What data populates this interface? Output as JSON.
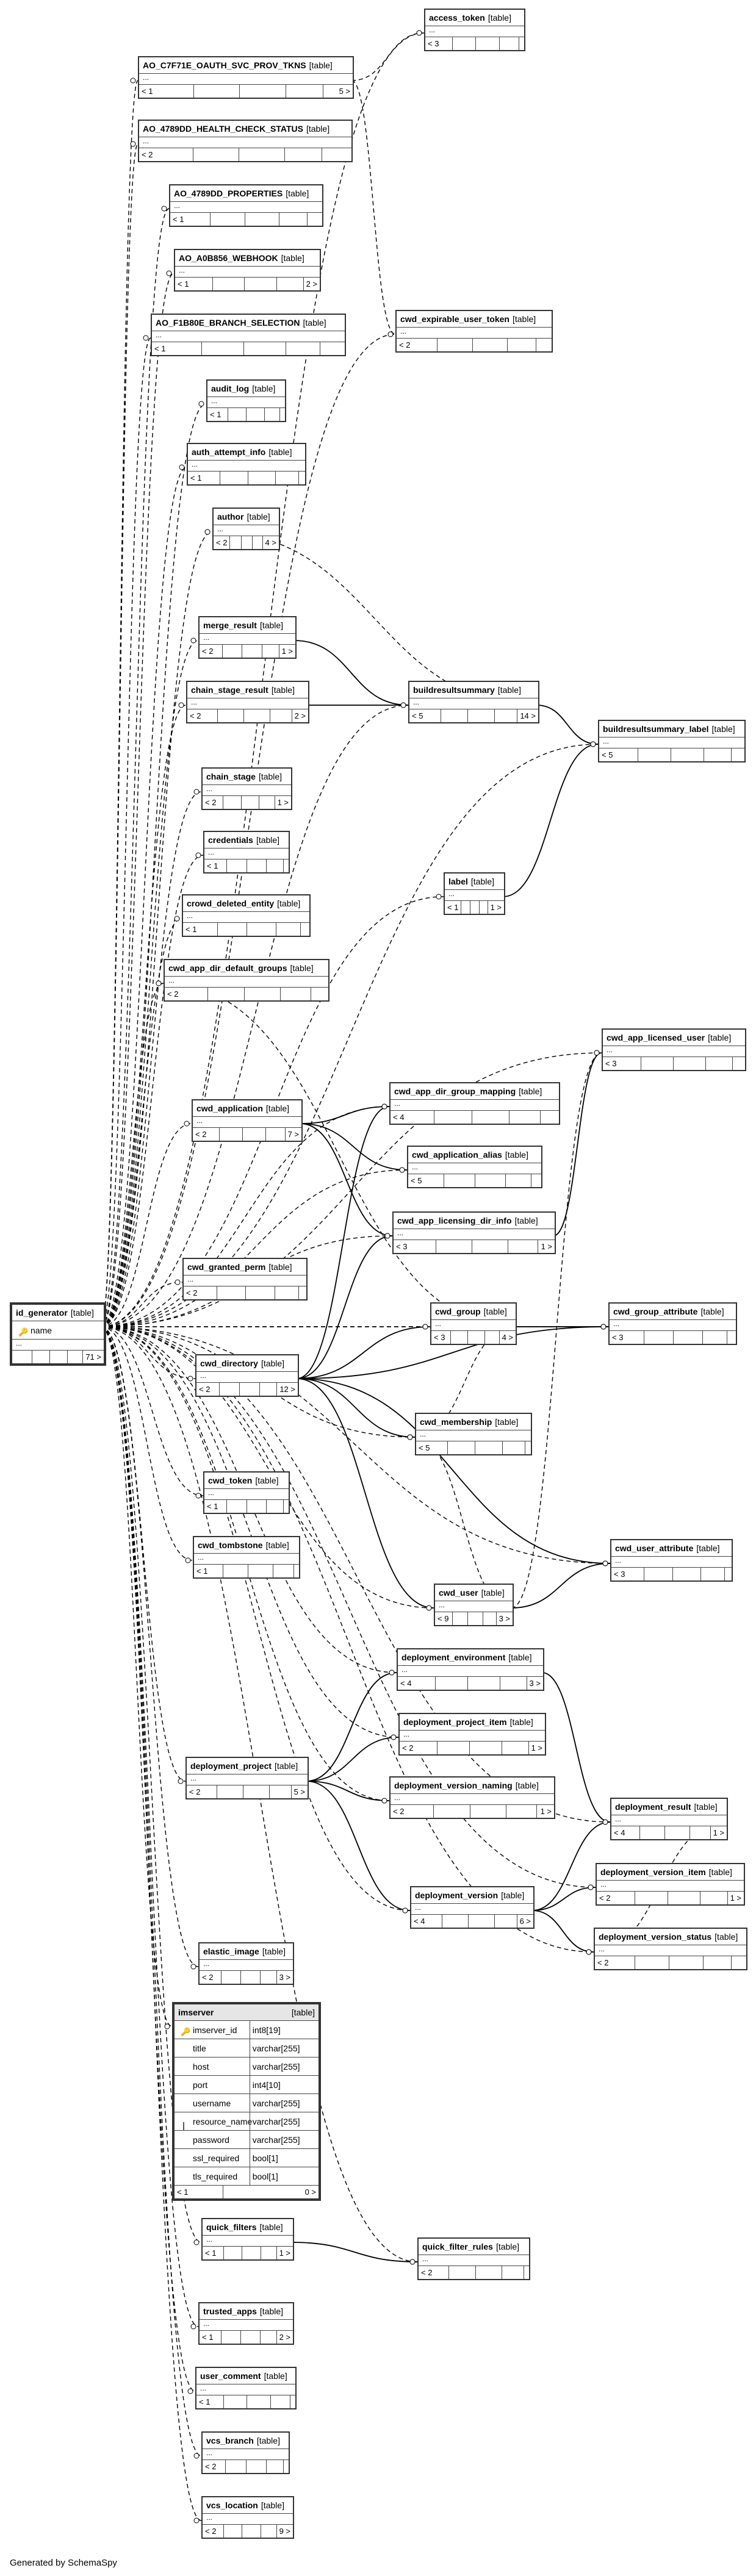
{
  "footer": "Generated by SchemaSpy",
  "type_label": "[table]",
  "root_table": "id_generator",
  "tables": [
    {
      "id": "access_token",
      "name": "access_token",
      "type": "[table]",
      "footer": [
        "< 3",
        "",
        "",
        "",
        ""
      ]
    },
    {
      "id": "ao_c7f71e",
      "name": "AO_C7F71E_OAUTH_SVC_PROV_TKNS",
      "type": "[table]",
      "footer": [
        "< 1",
        "",
        "",
        "",
        "5 >"
      ]
    },
    {
      "id": "ao_4789dd_hcs",
      "name": "AO_4789DD_HEALTH_CHECK_STATUS",
      "type": "[table]",
      "footer": [
        "< 2",
        "",
        "",
        "",
        ""
      ]
    },
    {
      "id": "ao_4789dd_props",
      "name": "AO_4789DD_PROPERTIES",
      "type": "[table]",
      "footer": [
        "< 1",
        "",
        "",
        "",
        ""
      ]
    },
    {
      "id": "ao_a0b856",
      "name": "AO_A0B856_WEBHOOK",
      "type": "[table]",
      "footer": [
        "< 1",
        "",
        "",
        "",
        "2 >"
      ]
    },
    {
      "id": "ao_f1b80e",
      "name": "AO_F1B80E_BRANCH_SELECTION",
      "type": "[table]",
      "footer": [
        "< 1",
        "",
        "",
        "",
        ""
      ]
    },
    {
      "id": "cwd_expirable_user_token",
      "name": "cwd_expirable_user_token",
      "type": "[table]",
      "footer": [
        "< 2",
        "",
        "",
        "",
        ""
      ]
    },
    {
      "id": "audit_log",
      "name": "audit_log",
      "type": "[table]",
      "footer": [
        "< 1",
        "",
        "",
        "",
        ""
      ]
    },
    {
      "id": "auth_attempt_info",
      "name": "auth_attempt_info",
      "type": "[table]",
      "footer": [
        "< 1",
        "",
        "",
        "",
        ""
      ]
    },
    {
      "id": "author",
      "name": "author",
      "type": "[table]",
      "footer": [
        "< 2",
        "",
        "",
        "",
        "4 >"
      ]
    },
    {
      "id": "merge_result",
      "name": "merge_result",
      "type": "[table]",
      "footer": [
        "< 2",
        "",
        "",
        "",
        "1 >"
      ]
    },
    {
      "id": "chain_stage_result",
      "name": "chain_stage_result",
      "type": "[table]",
      "footer": [
        "< 2",
        "",
        "",
        "",
        "2 >"
      ]
    },
    {
      "id": "buildresultsummary",
      "name": "buildresultsummary",
      "type": "[table]",
      "footer": [
        "< 5",
        "",
        "",
        "",
        "14 >"
      ]
    },
    {
      "id": "buildresultsummary_label",
      "name": "buildresultsummary_label",
      "type": "[table]",
      "footer": [
        "< 5",
        "",
        "",
        "",
        ""
      ]
    },
    {
      "id": "chain_stage",
      "name": "chain_stage",
      "type": "[table]",
      "footer": [
        "< 2",
        "",
        "",
        "",
        "1 >"
      ]
    },
    {
      "id": "credentials",
      "name": "credentials",
      "type": "[table]",
      "footer": [
        "< 1",
        "",
        "",
        "",
        ""
      ]
    },
    {
      "id": "label",
      "name": "label",
      "type": "[table]",
      "footer": [
        "< 1",
        "",
        "",
        "",
        "1 >"
      ]
    },
    {
      "id": "crowd_deleted_entity",
      "name": "crowd_deleted_entity",
      "type": "[table]",
      "footer": [
        "< 1",
        "",
        "",
        "",
        ""
      ]
    },
    {
      "id": "cwd_app_dir_default_groups",
      "name": "cwd_app_dir_default_groups",
      "type": "[table]",
      "footer": [
        "< 2",
        "",
        "",
        "",
        ""
      ]
    },
    {
      "id": "cwd_app_licensed_user",
      "name": "cwd_app_licensed_user",
      "type": "[table]",
      "footer": [
        "< 3",
        "",
        "",
        "",
        ""
      ]
    },
    {
      "id": "cwd_app_dir_group_mapping",
      "name": "cwd_app_dir_group_mapping",
      "type": "[table]",
      "footer": [
        "< 4",
        "",
        "",
        "",
        ""
      ]
    },
    {
      "id": "cwd_application",
      "name": "cwd_application",
      "type": "[table]",
      "footer": [
        "< 2",
        "",
        "",
        "",
        "7 >"
      ]
    },
    {
      "id": "cwd_application_alias",
      "name": "cwd_application_alias",
      "type": "[table]",
      "footer": [
        "< 5",
        "",
        "",
        "",
        ""
      ]
    },
    {
      "id": "cwd_app_licensing_dir_info",
      "name": "cwd_app_licensing_dir_info",
      "type": "[table]",
      "footer": [
        "< 3",
        "",
        "",
        "",
        "1 >"
      ]
    },
    {
      "id": "cwd_granted_perm",
      "name": "cwd_granted_perm",
      "type": "[table]",
      "footer": [
        "< 2",
        "",
        "",
        "",
        ""
      ]
    },
    {
      "id": "id_generator",
      "name": "id_generator",
      "type": "[table]",
      "footer": [
        "",
        "",
        "",
        "",
        "71 >"
      ]
    },
    {
      "id": "cwd_group",
      "name": "cwd_group",
      "type": "[table]",
      "footer": [
        "< 3",
        "",
        "",
        "",
        "4 >"
      ]
    },
    {
      "id": "cwd_group_attribute",
      "name": "cwd_group_attribute",
      "type": "[table]",
      "footer": [
        "< 3",
        "",
        "",
        "",
        ""
      ]
    },
    {
      "id": "cwd_directory",
      "name": "cwd_directory",
      "type": "[table]",
      "footer": [
        "< 2",
        "",
        "",
        "",
        "12 >"
      ]
    },
    {
      "id": "cwd_membership",
      "name": "cwd_membership",
      "type": "[table]",
      "footer": [
        "< 5",
        "",
        "",
        "",
        ""
      ]
    },
    {
      "id": "cwd_token",
      "name": "cwd_token",
      "type": "[table]",
      "footer": [
        "< 1",
        "",
        "",
        "",
        ""
      ]
    },
    {
      "id": "cwd_tombstone",
      "name": "cwd_tombstone",
      "type": "[table]",
      "footer": [
        "< 1",
        "",
        "",
        "",
        ""
      ]
    },
    {
      "id": "cwd_user_attribute",
      "name": "cwd_user_attribute",
      "type": "[table]",
      "footer": [
        "< 3",
        "",
        "",
        "",
        ""
      ]
    },
    {
      "id": "cwd_user",
      "name": "cwd_user",
      "type": "[table]",
      "footer": [
        "< 9",
        "",
        "",
        "",
        "3 >"
      ]
    },
    {
      "id": "deployment_environment",
      "name": "deployment_environment",
      "type": "[table]",
      "footer": [
        "< 4",
        "",
        "",
        "",
        "3 >"
      ]
    },
    {
      "id": "deployment_project_item",
      "name": "deployment_project_item",
      "type": "[table]",
      "footer": [
        "< 2",
        "",
        "",
        "",
        "1 >"
      ]
    },
    {
      "id": "deployment_project",
      "name": "deployment_project",
      "type": "[table]",
      "footer": [
        "< 2",
        "",
        "",
        "",
        "5 >"
      ]
    },
    {
      "id": "deployment_version_naming",
      "name": "deployment_version_naming",
      "type": "[table]",
      "footer": [
        "< 2",
        "",
        "",
        "",
        "1 >"
      ]
    },
    {
      "id": "deployment_result",
      "name": "deployment_result",
      "type": "[table]",
      "footer": [
        "< 4",
        "",
        "",
        "",
        "1 >"
      ]
    },
    {
      "id": "deployment_version",
      "name": "deployment_version",
      "type": "[table]",
      "footer": [
        "< 4",
        "",
        "",
        "",
        "6 >"
      ]
    },
    {
      "id": "deployment_version_item",
      "name": "deployment_version_item",
      "type": "[table]",
      "footer": [
        "< 2",
        "",
        "",
        "",
        "1 >"
      ]
    },
    {
      "id": "deployment_version_status",
      "name": "deployment_version_status",
      "type": "[table]",
      "footer": [
        "< 2",
        "",
        "",
        "",
        ""
      ]
    },
    {
      "id": "elastic_image",
      "name": "elastic_image",
      "type": "[table]",
      "footer": [
        "< 2",
        "",
        "",
        "",
        "3 >"
      ]
    },
    {
      "id": "quick_filters",
      "name": "quick_filters",
      "type": "[table]",
      "footer": [
        "< 1",
        "",
        "",
        "",
        "1 >"
      ]
    },
    {
      "id": "quick_filter_rules",
      "name": "quick_filter_rules",
      "type": "[table]",
      "footer": [
        "< 2",
        "",
        "",
        "",
        ""
      ]
    },
    {
      "id": "trusted_apps",
      "name": "trusted_apps",
      "type": "[table]",
      "footer": [
        "< 1",
        "",
        "",
        "",
        "2 >"
      ]
    },
    {
      "id": "user_comment",
      "name": "user_comment",
      "type": "[table]",
      "footer": [
        "< 1",
        "",
        "",
        "",
        ""
      ]
    },
    {
      "id": "vcs_branch",
      "name": "vcs_branch",
      "type": "[table]",
      "footer": [
        "< 2",
        "",
        "",
        "",
        ""
      ]
    },
    {
      "id": "vcs_location",
      "name": "vcs_location",
      "type": "[table]",
      "footer": [
        "< 2",
        "",
        "",
        "",
        "9 >"
      ]
    }
  ],
  "id_generator_column": {
    "name": "name"
  },
  "imserver": {
    "name": "imserver",
    "type": "[table]",
    "columns": [
      {
        "name": "imserver_id",
        "type": "int8[19]",
        "pk": true,
        "fk": false
      },
      {
        "name": "title",
        "type": "varchar[255]",
        "pk": false,
        "fk": false
      },
      {
        "name": "host",
        "type": "varchar[255]",
        "pk": false,
        "fk": false
      },
      {
        "name": "port",
        "type": "int4[10]",
        "pk": false,
        "fk": false
      },
      {
        "name": "username",
        "type": "varchar[255]",
        "pk": false,
        "fk": false
      },
      {
        "name": "resource_name",
        "type": "varchar[255]",
        "pk": false,
        "fk": true
      },
      {
        "name": "password",
        "type": "varchar[255]",
        "pk": false,
        "fk": false
      },
      {
        "name": "ssl_required",
        "type": "bool[1]",
        "pk": false,
        "fk": false
      },
      {
        "name": "tls_required",
        "type": "bool[1]",
        "pk": false,
        "fk": false
      }
    ],
    "footer_left": "< 1",
    "footer_right": "0 >"
  },
  "relations_solid": [
    [
      "merge_result",
      "buildresultsummary"
    ],
    [
      "chain_stage_result",
      "buildresultsummary"
    ],
    [
      "buildresultsummary",
      "buildresultsummary_label"
    ],
    [
      "label",
      "buildresultsummary_label"
    ],
    [
      "cwd_application",
      "cwd_app_dir_group_mapping"
    ],
    [
      "cwd_application",
      "cwd_application_alias"
    ],
    [
      "cwd_application",
      "cwd_app_licensing_dir_info"
    ],
    [
      "cwd_app_licensing_dir_info",
      "cwd_app_licensed_user"
    ],
    [
      "cwd_directory",
      "cwd_app_dir_group_mapping"
    ],
    [
      "cwd_directory",
      "cwd_app_licensing_dir_info"
    ],
    [
      "cwd_directory",
      "cwd_group"
    ],
    [
      "cwd_directory",
      "cwd_membership"
    ],
    [
      "cwd_directory",
      "cwd_user"
    ],
    [
      "cwd_directory",
      "cwd_user_attribute"
    ],
    [
      "cwd_directory",
      "cwd_group_attribute"
    ],
    [
      "cwd_group",
      "cwd_group_attribute"
    ],
    [
      "cwd_user",
      "cwd_user_attribute"
    ],
    [
      "deployment_project",
      "deployment_environment"
    ],
    [
      "deployment_project",
      "deployment_project_item"
    ],
    [
      "deployment_project",
      "deployment_version_naming"
    ],
    [
      "deployment_project",
      "deployment_version"
    ],
    [
      "deployment_environment",
      "deployment_result"
    ],
    [
      "deployment_version",
      "deployment_result"
    ],
    [
      "deployment_version",
      "deployment_version_item"
    ],
    [
      "deployment_version",
      "deployment_version_status"
    ],
    [
      "quick_filters",
      "quick_filter_rules"
    ]
  ],
  "relations_dashed": [
    [
      "ao_c7f71e",
      "access_token"
    ],
    [
      "ao_c7f71e",
      "cwd_expirable_user_token"
    ],
    [
      "buildresultsummary",
      "author"
    ],
    [
      "cwd_group",
      "cwd_app_dir_default_groups"
    ],
    [
      "cwd_group",
      "cwd_group_attribute"
    ],
    [
      "cwd_group",
      "cwd_membership"
    ],
    [
      "cwd_user",
      "cwd_membership"
    ],
    [
      "cwd_user",
      "cwd_app_licensed_user"
    ],
    [
      "cwd_user",
      "cwd_user_attribute"
    ],
    [
      "deployment_result",
      "deployment_version_status"
    ],
    [
      "quick_filters",
      "quick_filter_rules"
    ]
  ]
}
